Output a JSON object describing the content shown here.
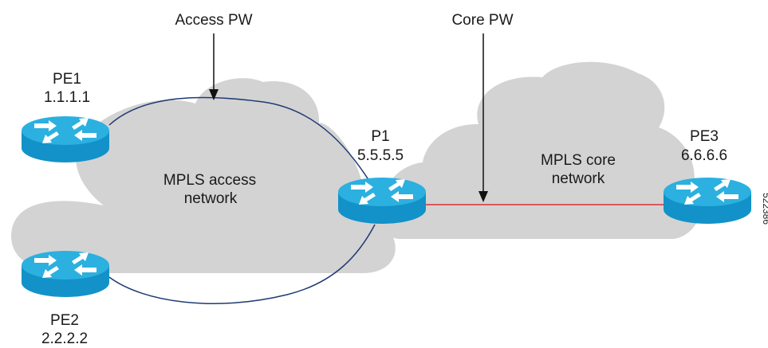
{
  "labels": {
    "access_pw": "Access PW",
    "core_pw": "Core PW",
    "access_cloud_line1": "MPLS access",
    "access_cloud_line2": "network",
    "core_cloud_line1": "MPLS core",
    "core_cloud_line2": "network"
  },
  "nodes": {
    "pe1": {
      "name": "PE1",
      "ip": "1.1.1.1"
    },
    "pe2": {
      "name": "PE2",
      "ip": "2.2.2.2"
    },
    "p1": {
      "name": "P1",
      "ip": "5.5.5.5"
    },
    "pe3": {
      "name": "PE3",
      "ip": "6.6.6.6"
    }
  },
  "figure_id": "522386",
  "colors": {
    "cloud": "#d3d3d3",
    "router_top": "#2bb0e0",
    "router_body": "#1292c8",
    "access_pw_line": "#1f3a73",
    "core_pw_line": "#e03030",
    "arrow": "#111111"
  },
  "icons": {
    "router": "router-icon",
    "callout_arrow": "arrow-down-icon"
  }
}
